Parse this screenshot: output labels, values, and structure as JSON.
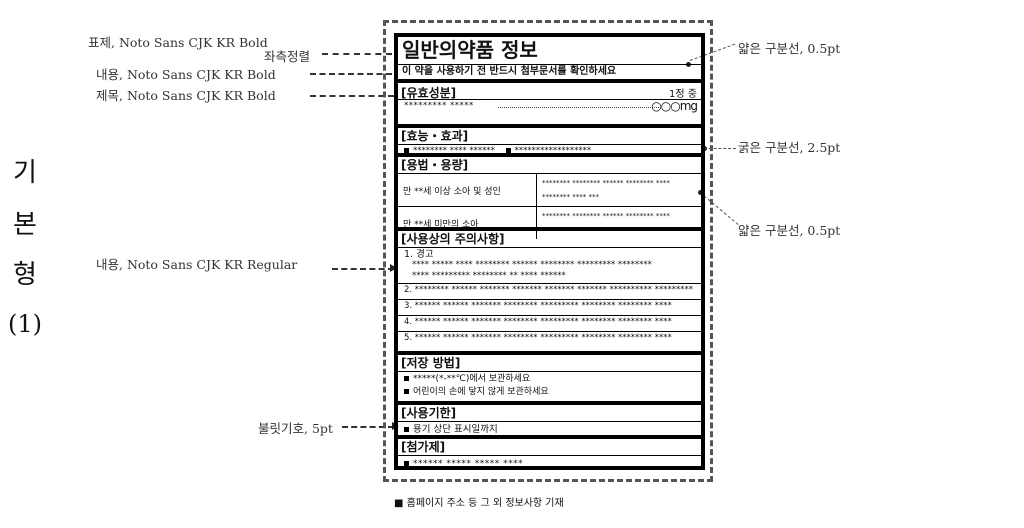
{
  "side_title": [
    "기",
    "본",
    "형",
    "(1)"
  ],
  "annotations": {
    "title_font": "표제, Noto Sans CJK KR Bold",
    "left_align": "좌측정렬",
    "content_bold": "내용, Noto Sans CJK KR Bold",
    "heading_bold": "제목, Noto Sans CJK KR Bold",
    "content_regular": "내용, Noto Sans CJK KR Regular",
    "bullet": "불릿기호, 5pt",
    "thin_rule_top": "얇은 구분선, 0.5pt",
    "thick_rule": "굵은 구분선, 2.5pt",
    "thin_rule_mid": "얇은 구분선, 0.5pt"
  },
  "label": {
    "title": "일반의약품 정보",
    "warning": "이 약을 사용하기 전 반드시 첨부문서를 확인하세요",
    "ingredients": {
      "heading": "[유효성분]",
      "count": "1정 중",
      "line": "********* *****",
      "amount": "○○○mg"
    },
    "efficacy": {
      "heading": "[효능・효과]",
      "line1": "******** **** ******",
      "line2": "******************"
    },
    "dosage": {
      "heading": "[용법・용량]",
      "rows": [
        {
          "who": "만 **세 이상 소아 및 성인",
          "detail1": "******** ******** ****** ******** ****",
          "detail2": "******** **** ***"
        },
        {
          "who": "만 **세 미만의 소아",
          "detail1": "******** ******** ****** ******** ****",
          "detail2": "******** **** ***"
        }
      ]
    },
    "precautions": {
      "heading": "[사용상의 주의사항]",
      "item1_title": "1. 경고",
      "item1_line1": "**** ***** **** ******** ****** ******** ********* ********",
      "item1_line2": "**** ********* ******** ** **** ******",
      "items": [
        "2. ******** ****** ******* ******* ******* ******* ********** *********",
        "3. ****** ****** ******* ******** ********* ******** ******** ****",
        "4. ****** ****** ******* ******** ********* ******** ******** ****",
        "5. ****** ****** ******* ******** ********* ******** ******** ****"
      ]
    },
    "storage": {
      "heading": "[저장 방법]",
      "lines": [
        "*****(*-**℃)에서 보관하세요",
        "어린이의 손에 닿지 않게 보관하세요"
      ]
    },
    "expiry": {
      "heading": "[사용기한]",
      "line": "용기 상단 표시일까지"
    },
    "additives": {
      "heading": "[첨가제]",
      "line": "****** ***** ***** ****"
    }
  },
  "footer": "■ 홈페이지 주소 등 그 외 정보사항 기재"
}
